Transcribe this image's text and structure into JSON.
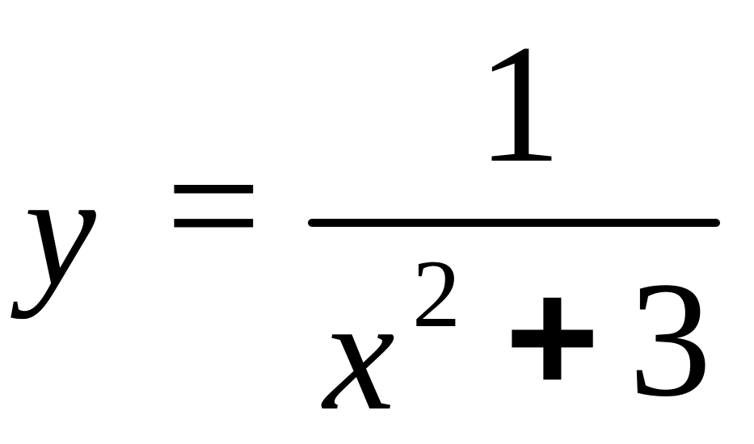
{
  "equation": {
    "lhs": "y",
    "equals": "=",
    "numerator": "1",
    "denominator": {
      "variable": "x",
      "exponent": "2",
      "operator": "+",
      "constant": "3"
    }
  }
}
